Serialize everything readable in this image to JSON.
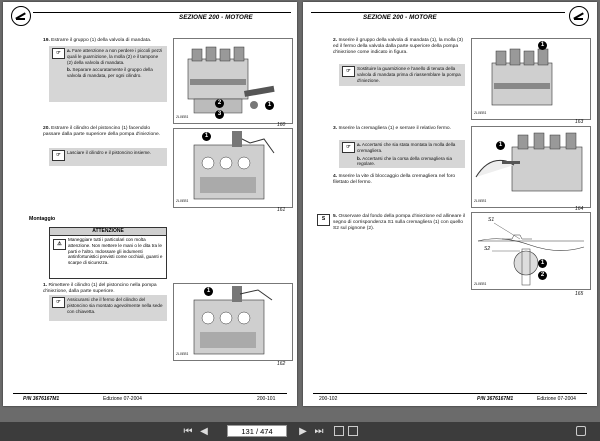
{
  "left_page": {
    "header": "SEZIONE 200 - MOTORE",
    "step19_num": "19.",
    "step19_text": "Estrarre il gruppo (1) della valvola di mandata.",
    "step19_sub_a_num": "a.",
    "step19_sub_a": "Fare attenzione a non perdere i piccoli pezzi quali le guarnizione, la molla (2) e il tampone (2) della valvola di mandata.",
    "step19_sub_b_num": "b.",
    "step19_sub_b": "Separare accuratamente il gruppo della valvola di mandata, per ogni cilindro.",
    "fig160_num": "160",
    "fig160_code": "2L0EB1",
    "step20_num": "20.",
    "step20_text": "Estrarre il cilindro del pistoncino (1) facendolo passare dalla parte superiore della pompa d'iniezione.",
    "step20_note": "Lasciare il cilindro e il pistoncino insieme.",
    "fig161_num": "161",
    "fig161_code": "2L0EB1",
    "section_title": "Montaggio",
    "warning_title": "ATTENZIONE",
    "warning_text": "Maneggiare tutti i particolari con molta attenzione. Non mettere le mani o le dita tra le parti e l'altro. Indossare gli indumenti antinfortunistici previsti come occhiali, guanti e scarpe di sicurezza.",
    "step1_num": "1.",
    "step1_text": "Rimettere il cilindro (1) del pistoncino nella pompa d'iniezione, dalla parte superiore.",
    "step1_note": "Assicurarsi che il fermo del cilindro del pistoncino sia montato agevolmente nella sede con chiavetta.",
    "fig162_num": "162",
    "fig162_code": "2L0EB1",
    "footer_pn": "P/N 3676167M1",
    "footer_ed": "Edizione 07-2004",
    "footer_page": "200-101"
  },
  "right_page": {
    "header": "SEZIONE 200 - MOTORE",
    "step2_num": "2.",
    "step2_text": "Inserire il gruppo della valvola di mandata (1), la molla (3) ed il fermo della valvola dalla parte superiore della pompa d'iniezione come indicato in figura.",
    "step2_note": "Sostituire la guarnizione e l'anello di tenuta della valvola di mandata prima di riassemblare la pompa d'iniezione.",
    "fig163_num": "163",
    "fig163_code": "2L0EB1",
    "step3_num": "3.",
    "step3_text": "Inserire la cremagliera (1) e serrare il relativo fermo.",
    "step3_sub_a_num": "a.",
    "step3_sub_a": "Accertarsi che sia stata montata la molla della cremagliera.",
    "step3_sub_b_num": "b.",
    "step3_sub_b": "Accertarsi che la corsa della cremagliera sia regolare.",
    "step4_num": "4.",
    "step4_text": "Inserire la vite di bloccaggio della cremagliera nel foro filettato del fermo.",
    "fig164_num": "164",
    "fig164_code": "2L0EB1",
    "step5_num": "5.",
    "step5_text": "Osservare dal fondo della pompa d'iniezione ed allineare il segno di corrispondenza S1 sulla cremagliera (1) con quello S2 sul pignone (2).",
    "fig165_num": "165",
    "fig165_code": "2L0EB1",
    "label_s1": "S1",
    "label_s2": "S2",
    "footer_page": "200-102",
    "footer_pn": "P/N 3676167M1",
    "footer_ed": "Edizione 07-2004"
  },
  "callouts": {
    "one": "1",
    "two": "2",
    "three": "3"
  },
  "toolbar": {
    "page_indicator": "131 / 474",
    "first_icon": "⏮",
    "prev_icon": "◀",
    "next_icon": "▶",
    "last_icon": "⏭"
  }
}
